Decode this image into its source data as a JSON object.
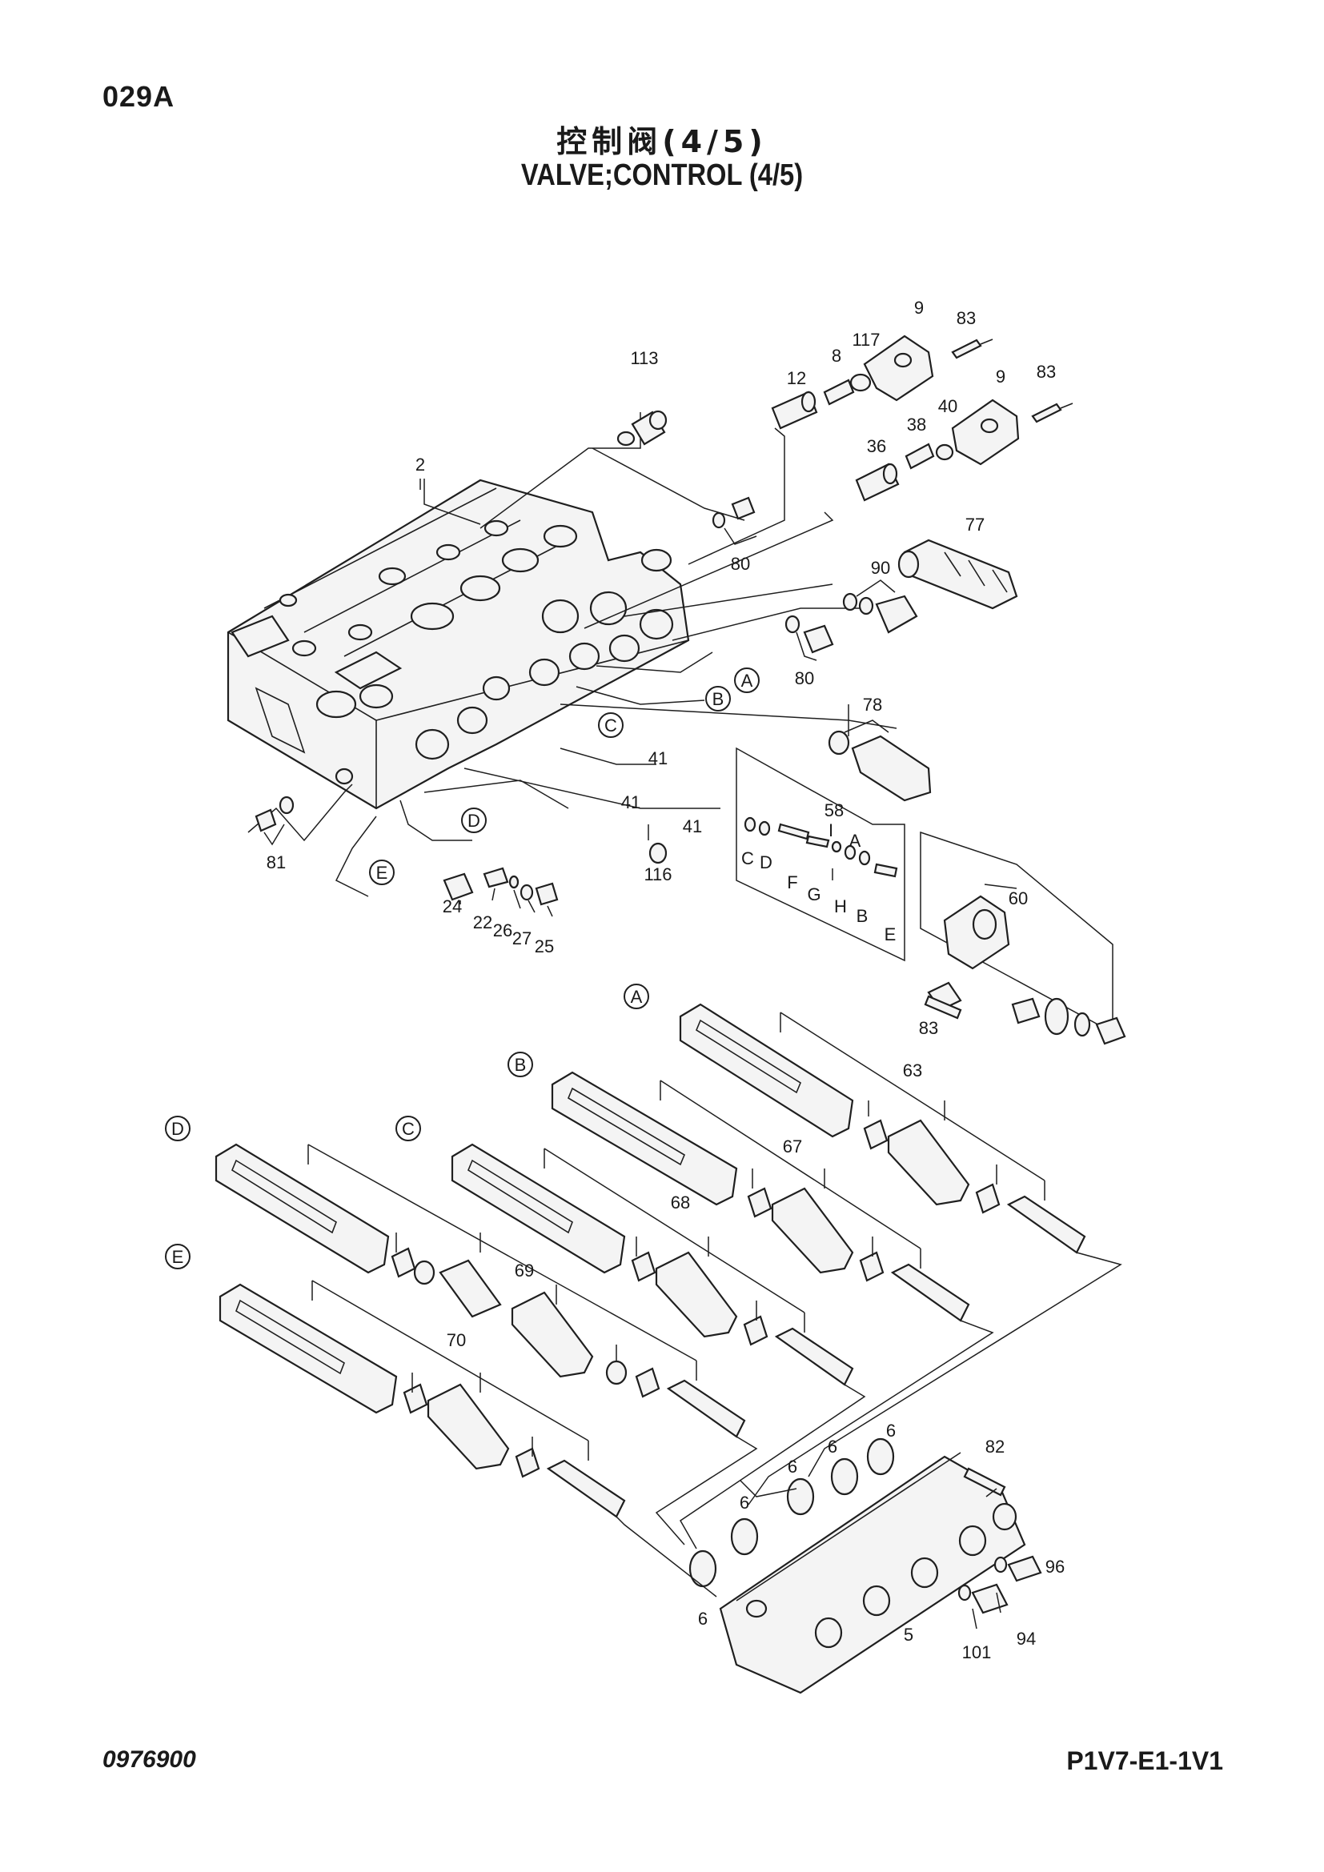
{
  "header": {
    "page_code": "029A",
    "title_cn": "控制阀(4/5)",
    "title_en": "VALVE;CONTROL (4/5)"
  },
  "footer": {
    "doc_number": "0976900",
    "code_ref": "P1V7-E1-1V1"
  },
  "callouts": [
    {
      "id": "c-9a",
      "text": "9"
    },
    {
      "id": "c-83a",
      "text": "83"
    },
    {
      "id": "c-117",
      "text": "117"
    },
    {
      "id": "c-8",
      "text": "8"
    },
    {
      "id": "c-113",
      "text": "113"
    },
    {
      "id": "c-12",
      "text": "12"
    },
    {
      "id": "c-83b",
      "text": "83"
    },
    {
      "id": "c-9b",
      "text": "9"
    },
    {
      "id": "c-40",
      "text": "40"
    },
    {
      "id": "c-38",
      "text": "38"
    },
    {
      "id": "c-36",
      "text": "36"
    },
    {
      "id": "c-2",
      "text": "2"
    },
    {
      "id": "c-77",
      "text": "77"
    },
    {
      "id": "c-80a",
      "text": "80"
    },
    {
      "id": "c-90",
      "text": "90"
    },
    {
      "id": "c-80b",
      "text": "80"
    },
    {
      "id": "c-78",
      "text": "78"
    },
    {
      "id": "c-41a",
      "text": "41"
    },
    {
      "id": "c-41b",
      "text": "41"
    },
    {
      "id": "c-41c",
      "text": "41"
    },
    {
      "id": "c-58",
      "text": "58"
    },
    {
      "id": "c-81",
      "text": "81"
    },
    {
      "id": "c-116",
      "text": "116"
    },
    {
      "id": "c-24",
      "text": "24"
    },
    {
      "id": "c-22",
      "text": "22"
    },
    {
      "id": "c-26",
      "text": "26"
    },
    {
      "id": "c-27",
      "text": "27"
    },
    {
      "id": "c-25",
      "text": "25"
    },
    {
      "id": "c-60",
      "text": "60"
    },
    {
      "id": "c-83c",
      "text": "83"
    },
    {
      "id": "c-63",
      "text": "63"
    },
    {
      "id": "c-67",
      "text": "67"
    },
    {
      "id": "c-68",
      "text": "68"
    },
    {
      "id": "c-69",
      "text": "69"
    },
    {
      "id": "c-70",
      "text": "70"
    },
    {
      "id": "c-82",
      "text": "82"
    },
    {
      "id": "c-6a",
      "text": "6"
    },
    {
      "id": "c-6b",
      "text": "6"
    },
    {
      "id": "c-6c",
      "text": "6"
    },
    {
      "id": "c-6d",
      "text": "6"
    },
    {
      "id": "c-6e",
      "text": "6"
    },
    {
      "id": "c-96",
      "text": "96"
    },
    {
      "id": "c-94",
      "text": "94"
    },
    {
      "id": "c-101",
      "text": "101"
    },
    {
      "id": "c-5",
      "text": "5"
    }
  ],
  "letters": [
    {
      "id": "l-C",
      "text": "C"
    },
    {
      "id": "l-D",
      "text": "D"
    },
    {
      "id": "l-F",
      "text": "F"
    },
    {
      "id": "l-G",
      "text": "G"
    },
    {
      "id": "l-I",
      "text": "I"
    },
    {
      "id": "l-H",
      "text": "H"
    },
    {
      "id": "l-A",
      "text": "A"
    },
    {
      "id": "l-B",
      "text": "B"
    },
    {
      "id": "l-E",
      "text": "E"
    }
  ],
  "markers": [
    {
      "id": "m-A1",
      "text": "A"
    },
    {
      "id": "m-B1",
      "text": "B"
    },
    {
      "id": "m-C1",
      "text": "C"
    },
    {
      "id": "m-D1",
      "text": "D"
    },
    {
      "id": "m-E1",
      "text": "E"
    },
    {
      "id": "m-A2",
      "text": "A"
    },
    {
      "id": "m-B2",
      "text": "B"
    },
    {
      "id": "m-D2",
      "text": "D"
    },
    {
      "id": "m-C2",
      "text": "C"
    },
    {
      "id": "m-E2",
      "text": "E"
    }
  ]
}
